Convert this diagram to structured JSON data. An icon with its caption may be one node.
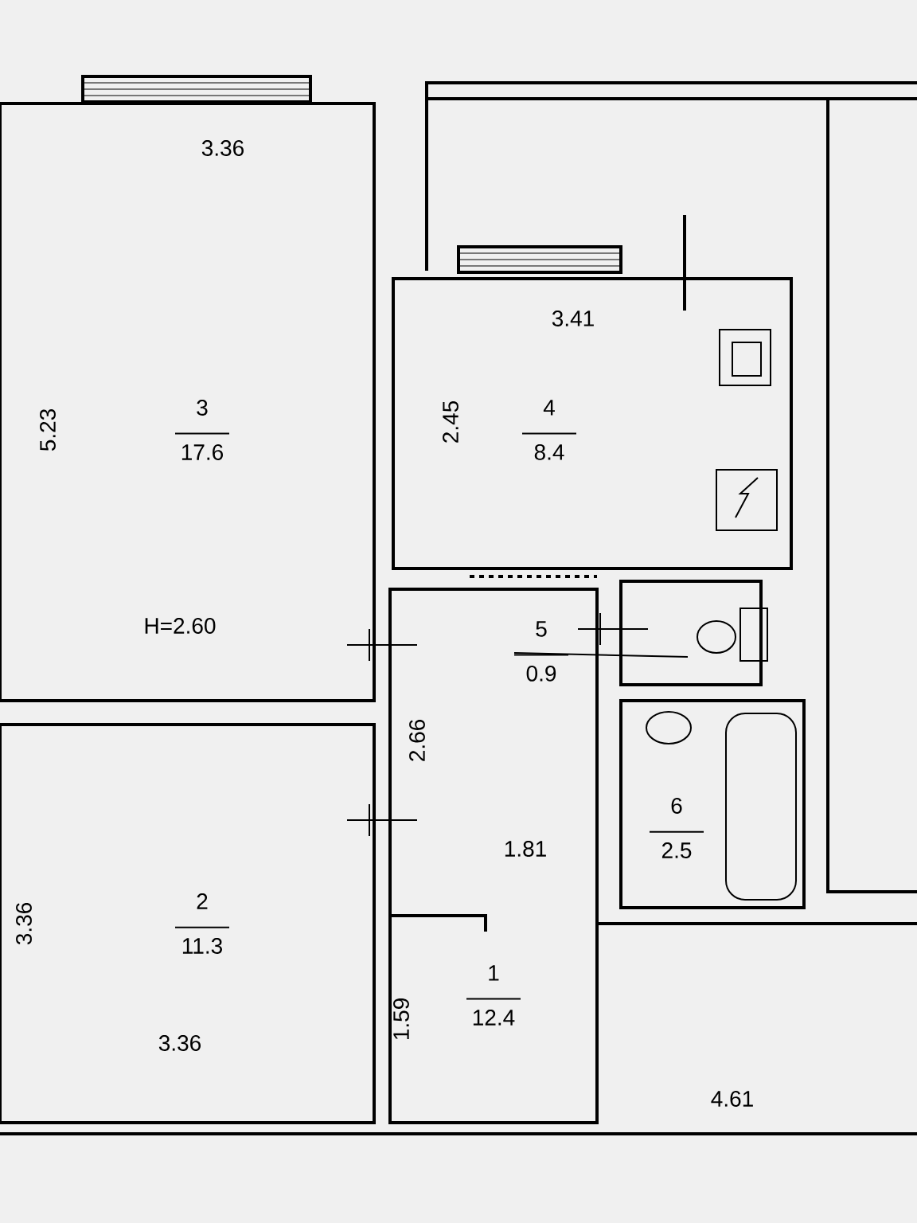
{
  "diagram": {
    "nodes": [
      {
        "text": [
          "3",
          "17.6"
        ]
      },
      {
        "text": [
          "4",
          "8.4"
        ]
      },
      {
        "text": [
          "2",
          "11.3"
        ]
      },
      {
        "text": [
          "1",
          "12.4"
        ]
      },
      {
        "text": [
          "5",
          "0.9"
        ],
        "in": 3
      },
      {
        "text": [],
        "shape": "box"
      },
      {
        "text": [
          "6",
          "2.5"
        ]
      }
    ],
    "edges": [
      {
        "from": 4,
        "to": 5,
        "arrow": "none"
      }
    ],
    "labels": [
      "3.36",
      "5.23",
      "3.41",
      "2.45",
      "H=2.60",
      "2.66",
      "1.81",
      "3.36",
      "3.36",
      "1.59",
      "4.61"
    ]
  }
}
